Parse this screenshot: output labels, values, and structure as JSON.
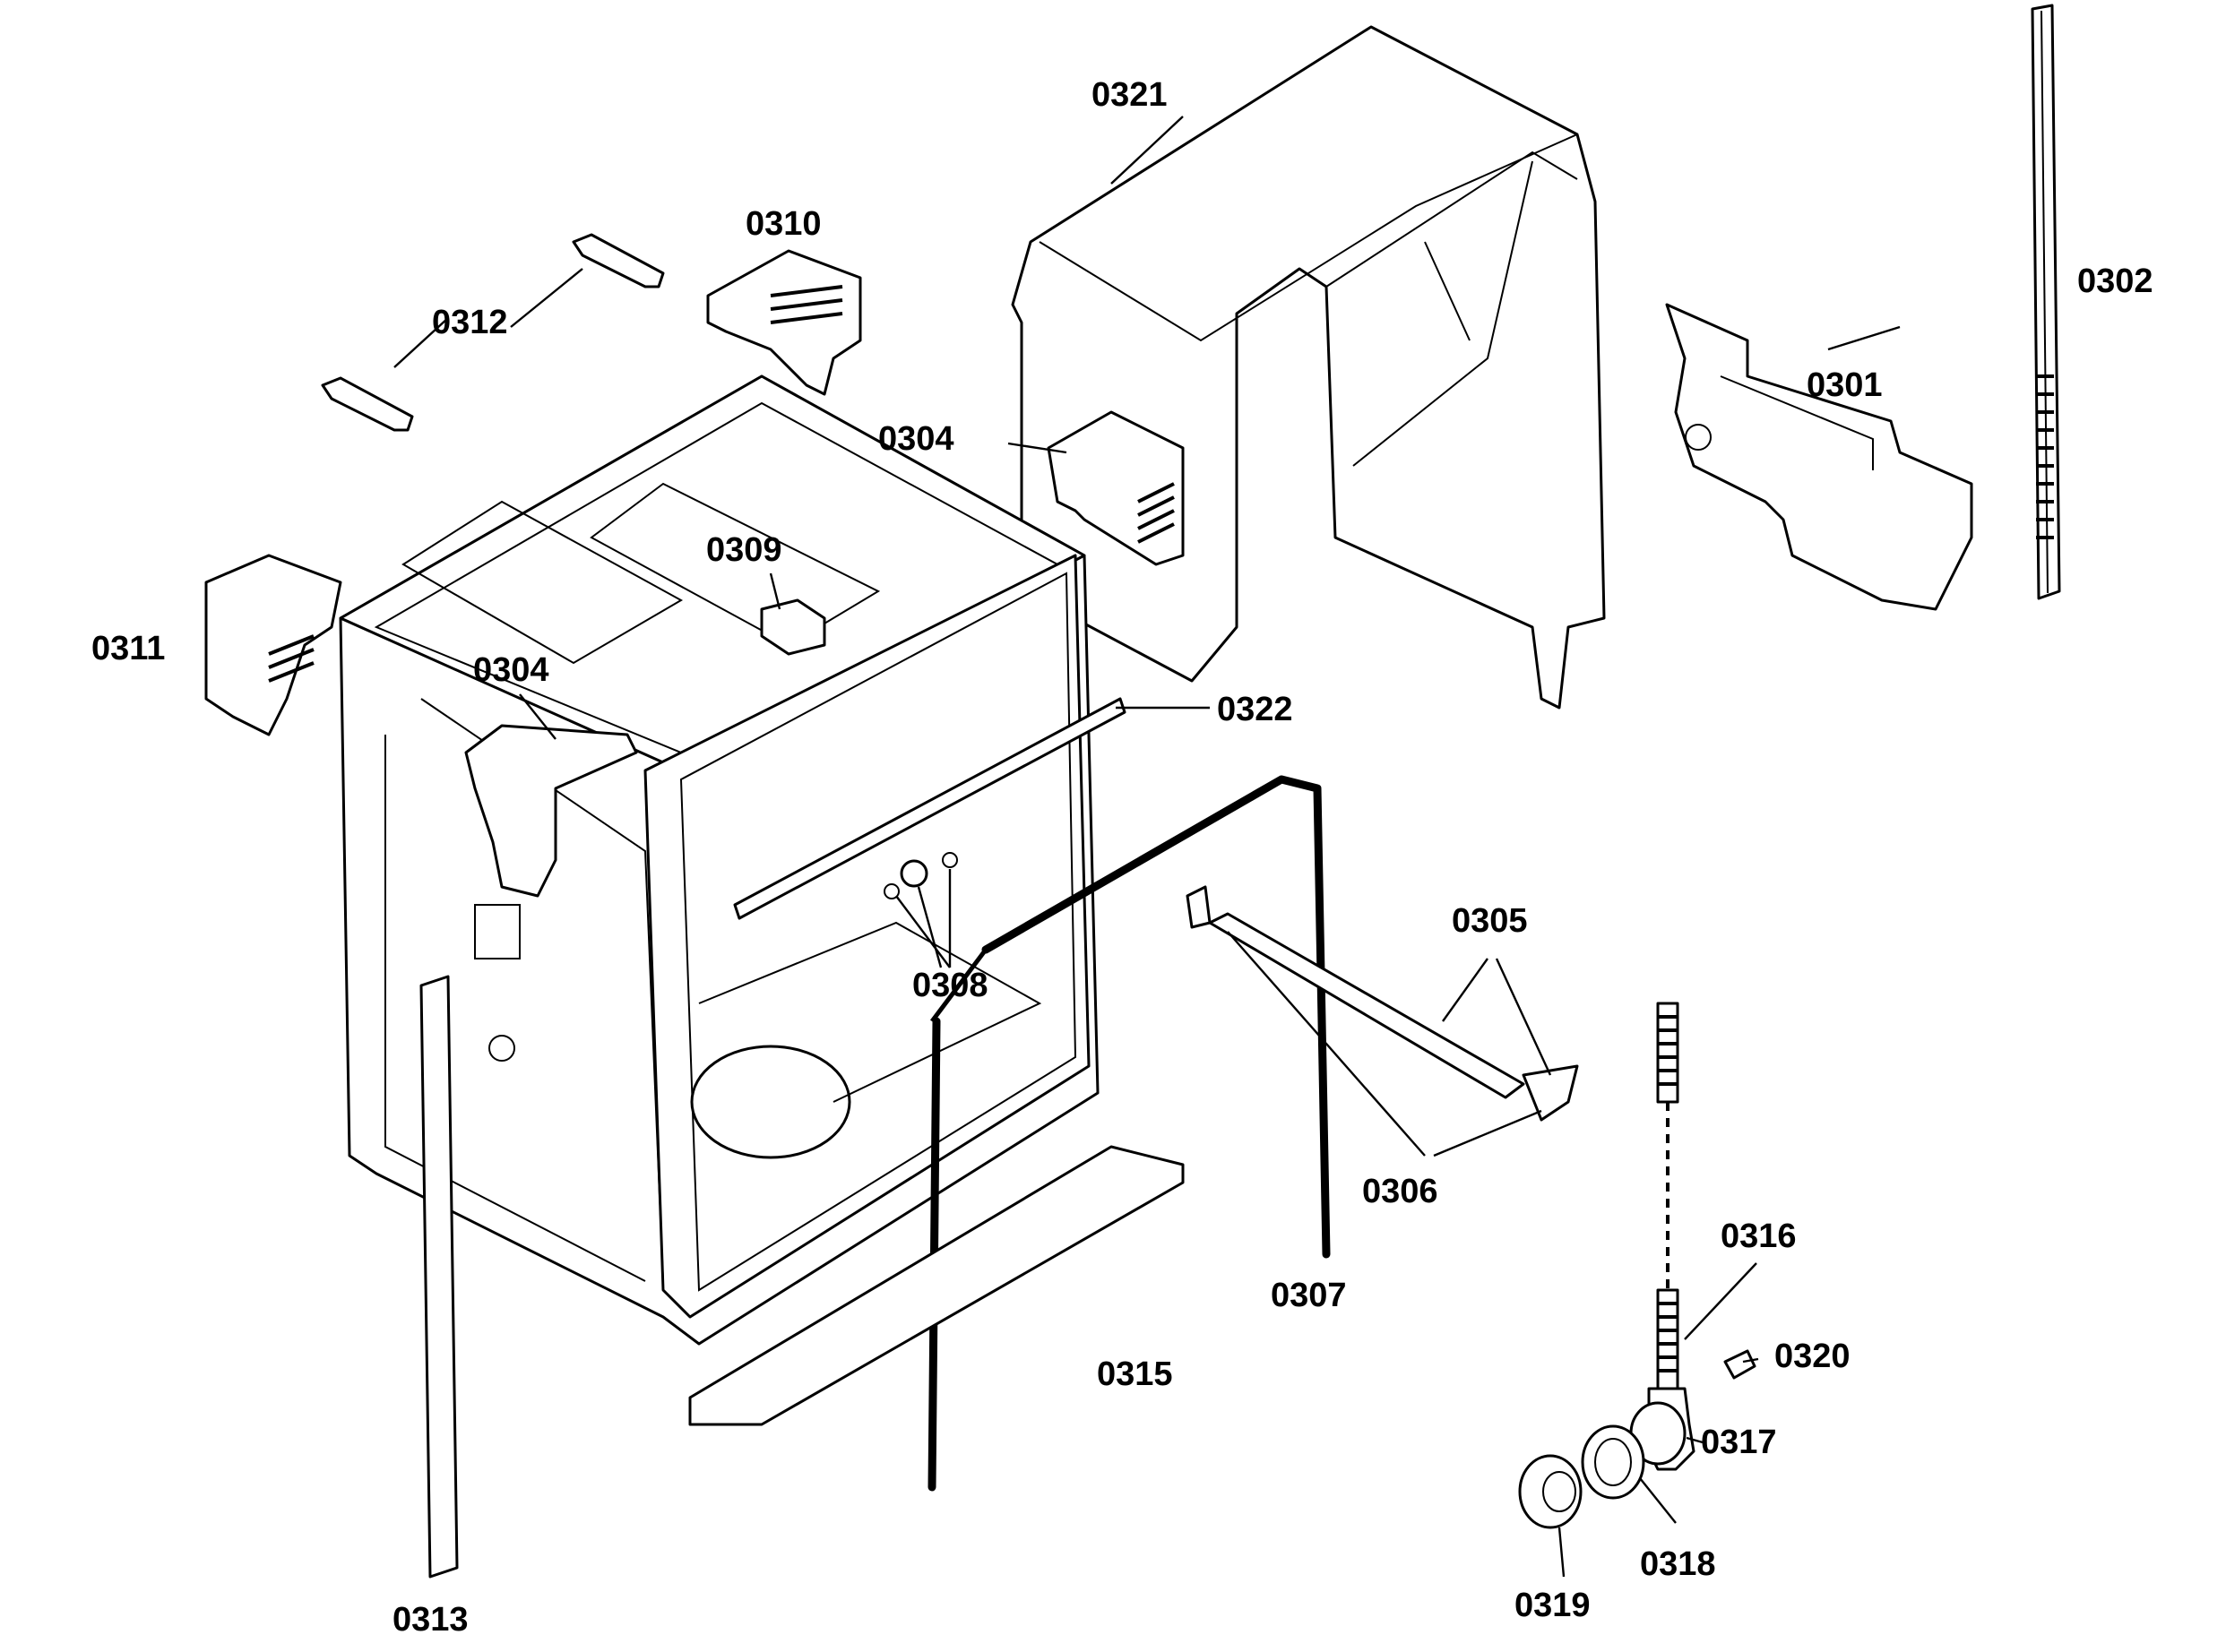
{
  "diagram": {
    "labels": {
      "p0301": "0301",
      "p0302": "0302",
      "p0304a": "0304",
      "p0304b": "0304",
      "p0305": "0305",
      "p0306": "0306",
      "p0307": "0307",
      "p0308": "0308",
      "p0309": "0309",
      "p0310": "0310",
      "p0311": "0311",
      "p0312": "0312",
      "p0313": "0313",
      "p0315": "0315",
      "p0316": "0316",
      "p0317": "0317",
      "p0318": "0318",
      "p0319": "0319",
      "p0320": "0320",
      "p0321": "0321",
      "p0322": "0322"
    }
  }
}
